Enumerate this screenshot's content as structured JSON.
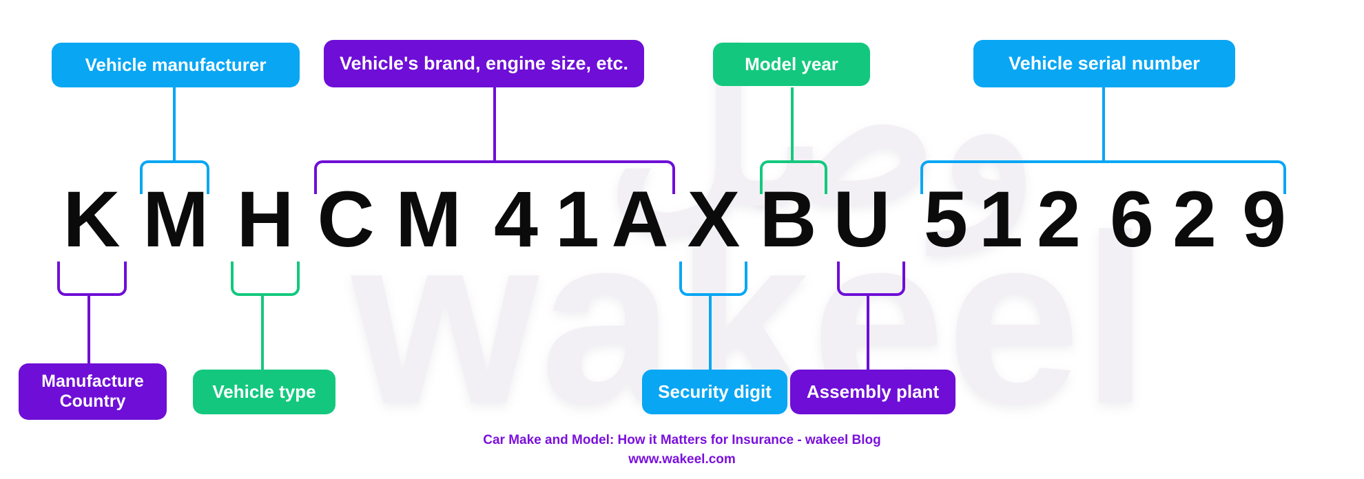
{
  "colors": {
    "blue": "#09A6F3",
    "purple": "#6E0ED6",
    "green": "#13C87E",
    "footer_purple": "#7A10DC",
    "vin_text": "#0B0B0B",
    "watermark": "#F2F0F4"
  },
  "vin": {
    "value": "KMHCM41AXBU512629",
    "characters": [
      "K",
      "M",
      "H",
      "C",
      "M",
      "4",
      "1",
      "A",
      "X",
      "B",
      "U",
      "5",
      "1",
      "2",
      "6",
      "2",
      "9"
    ]
  },
  "top_labels": [
    {
      "text": "Vehicle manufacturer",
      "color": "blue",
      "covers": "M"
    },
    {
      "text": "Vehicle's brand, engine size, etc.",
      "color": "purple",
      "covers": "CM41A"
    },
    {
      "text": "Model year",
      "color": "green",
      "covers": "B"
    },
    {
      "text": "Vehicle serial number",
      "color": "blue",
      "covers": "512629"
    }
  ],
  "bottom_labels": [
    {
      "text": "Manufacture Country",
      "color": "purple",
      "covers": "K"
    },
    {
      "text": "Vehicle type",
      "color": "green",
      "covers": "H"
    },
    {
      "text": "Security digit",
      "color": "blue",
      "covers": "X"
    },
    {
      "text": "Assembly plant",
      "color": "purple",
      "covers": "U"
    }
  ],
  "watermark": {
    "arabic_text": "وصل",
    "latin_text": "wakeel"
  },
  "footer": {
    "line1": "Car Make and Model: How it Matters for Insurance - wakeel Blog",
    "line2": "www.wakeel.com"
  }
}
